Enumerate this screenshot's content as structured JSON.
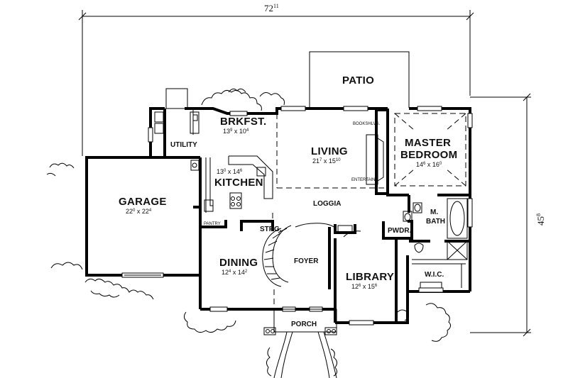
{
  "overall": {
    "width_major": "72",
    "width_minor": "11",
    "depth_major": "45",
    "depth_minor": "8"
  },
  "rooms": {
    "patio": {
      "label": "PATIO"
    },
    "brkfst": {
      "label": "BRKFST.",
      "dim_a": "13",
      "dim_a_sup": "9",
      "dim_b": "10",
      "dim_b_sup": "4"
    },
    "utility": {
      "label": "UTILITY"
    },
    "living": {
      "label": "LIVING",
      "dim_a": "21",
      "dim_a_sup": "7",
      "dim_b": "15",
      "dim_b_sup": "10"
    },
    "master": {
      "label_1": "MASTER",
      "label_2": "BEDROOM",
      "dim_a": "14",
      "dim_a_sup": "6",
      "dim_b": "16",
      "dim_b_sup": "0"
    },
    "kitchen": {
      "label": "KITCHEN",
      "dim_a": "13",
      "dim_a_sup": "0",
      "dim_b": "14",
      "dim_b_sup": "6"
    },
    "garage": {
      "label": "GARAGE",
      "dim_a": "22",
      "dim_a_sup": "0",
      "dim_b": "22",
      "dim_b_sup": "4"
    },
    "loggia": {
      "label": "LOGGIA"
    },
    "pantry": {
      "label": "PANTRY"
    },
    "strg": {
      "label": "STRG."
    },
    "foyer": {
      "label": "FOYER"
    },
    "dining": {
      "label": "DINING",
      "dim_a": "12",
      "dim_a_sup": "4",
      "dim_b": "14",
      "dim_b_sup": "2"
    },
    "library": {
      "label": "LIBRARY",
      "dim_a": "12",
      "dim_a_sup": "6",
      "dim_b": "15",
      "dim_b_sup": "6"
    },
    "pwdr": {
      "label": "PWDR."
    },
    "mbath": {
      "label_1": "M.",
      "label_2": "BATH"
    },
    "wic": {
      "label": "W.I.C."
    },
    "porch": {
      "label": "PORCH"
    }
  },
  "notes": {
    "bookshelves": "BOOKSHLVS.",
    "entertain": "ENTERTAIN."
  }
}
